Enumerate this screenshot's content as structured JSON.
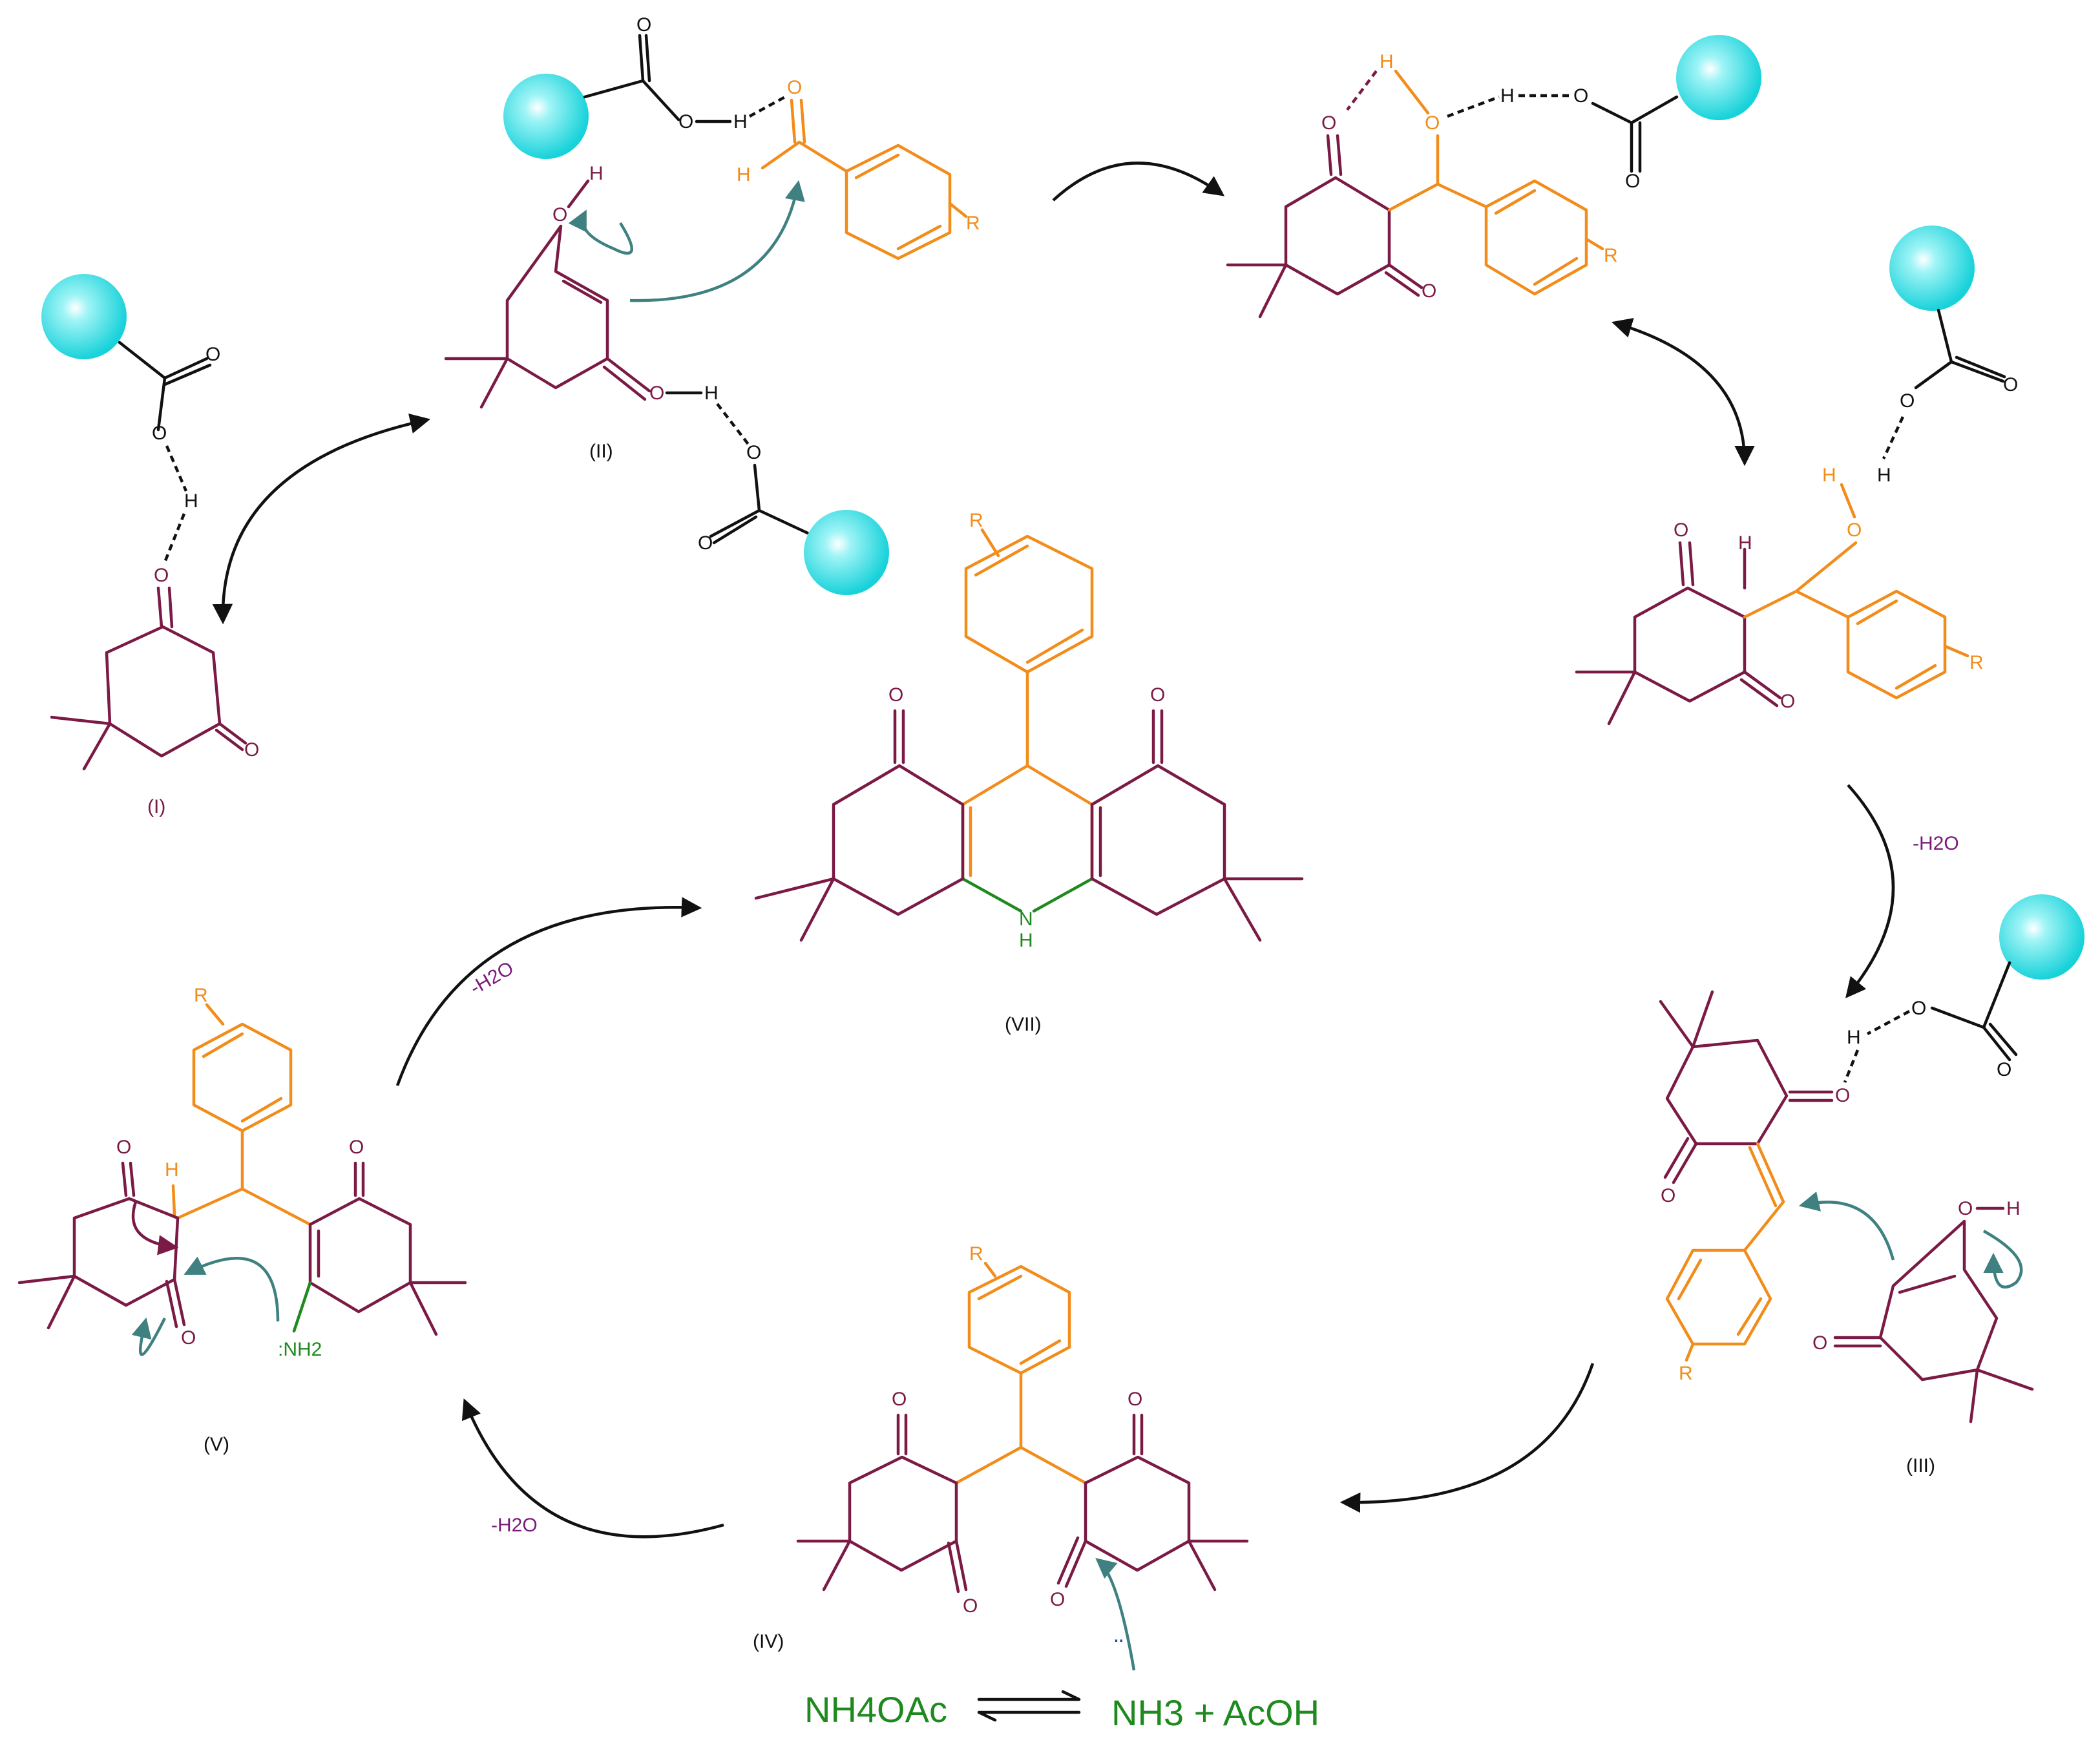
{
  "compounds": {
    "I": "(I)",
    "II": "(II)",
    "III": "(III)",
    "IV": "(IV)",
    "V": "(V)",
    "VII": "(VII)"
  },
  "reagents": {
    "nh4oac": "NH4OAc",
    "nh3_acoh": "NH3 + AcOH",
    "lone_pair": "¨"
  },
  "water_loss": "-H2O",
  "atoms": {
    "O": "O",
    "H": "H",
    "N": "N",
    "R": "R",
    "NH2": ":NH2"
  },
  "colors": {
    "dimedone": "#7a1a45",
    "aldehyde": "#f28c1a",
    "nitrogen": "#1e8a1e",
    "catalyst_sphere": "#2fe0e6",
    "curved_arrows": "#3f8080",
    "water_label": "#7a1a7a"
  },
  "icons": {
    "catalyst": "cyan-sphere-icon"
  }
}
